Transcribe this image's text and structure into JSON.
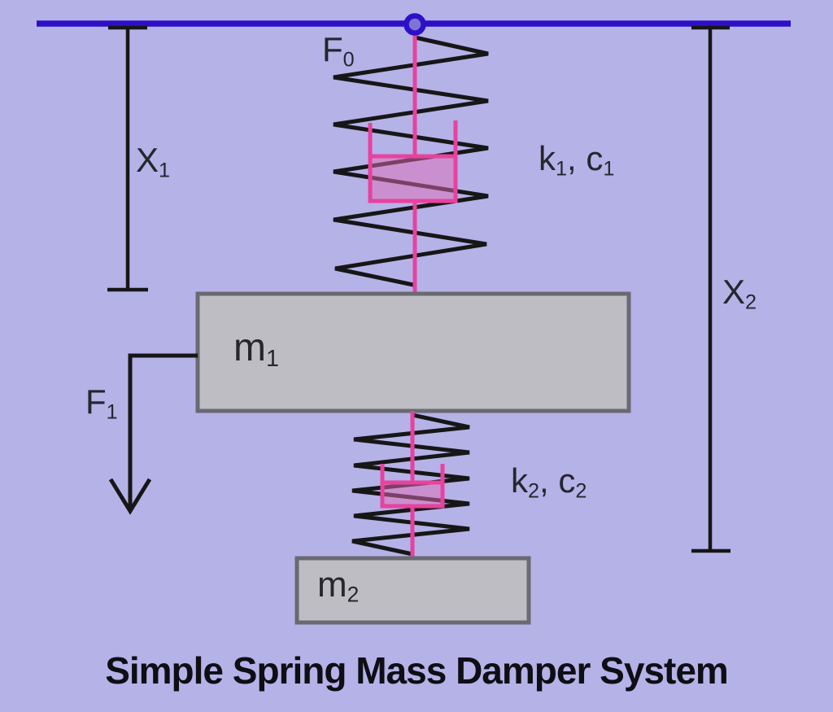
{
  "title": "Simple Spring Mass Damper System",
  "colors": {
    "bg": "#b5b2e8",
    "ceiling": "#2d10c6",
    "pivot_fill": "#7e74d6",
    "ink": "#26262c",
    "line": "#161616",
    "mass_fill": "#bdbdc3",
    "mass_border": "#696971",
    "damper_stroke": "#e8429e",
    "damper_fill": "#e06cb4",
    "title_color": "#0e0e14"
  },
  "labels": {
    "f0": {
      "base": "F",
      "sub": "0"
    },
    "x1": {
      "base": "X",
      "sub": "1"
    },
    "x2": {
      "base": "X",
      "sub": "2"
    },
    "f1": {
      "base": "F",
      "sub": "1"
    },
    "k1c1": {
      "base1": "k",
      "sub1": "1",
      "mid": ", c",
      "sub2": "1"
    },
    "k2c2": {
      "base1": "k",
      "sub1": "2",
      "mid": ", c",
      "sub2": "2"
    },
    "m1": {
      "base": "m",
      "sub": "1"
    },
    "m2": {
      "base": "m",
      "sub": "2"
    }
  }
}
